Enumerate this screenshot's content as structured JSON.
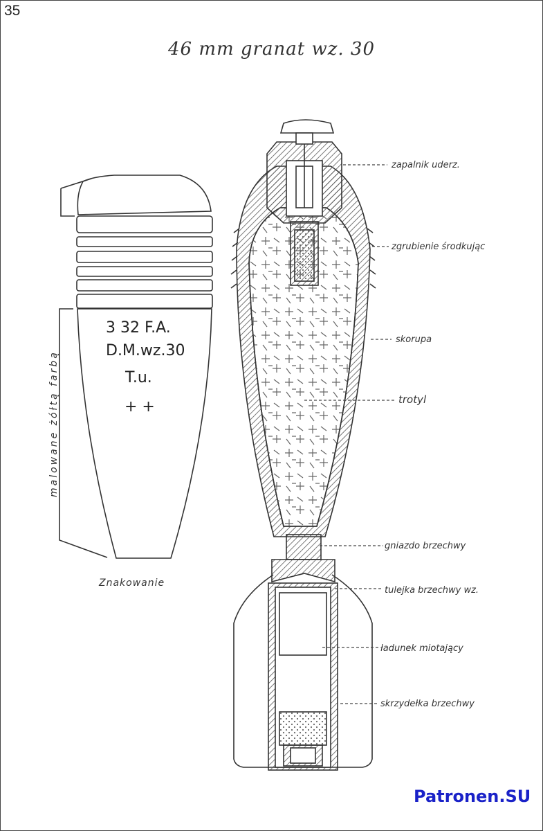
{
  "page": {
    "number": "35",
    "title": "46 mm granat wz. 30",
    "watermark": "Patronen.SU"
  },
  "marking_view": {
    "caption": "Znakowanie",
    "side_note": "malowane żółtą farbą",
    "stamp_lines": [
      "3  32  F.A.",
      "D.M.wz.30",
      "T.u.",
      "+ +"
    ]
  },
  "labels": {
    "fuze": "zapalnik uderz.",
    "centering_band": "zgrubienie środkując",
    "shell": "skorupa",
    "tnt": "trotyl",
    "tail_socket": "gniazdo brzechwy",
    "tail_tube": "tulejka brzechwy wz.",
    "propellant": "ładunek miotający",
    "tail_fins": "skrzydełka brzechwy"
  },
  "colors": {
    "ink": "#333333",
    "watermark": "#1a22c8"
  }
}
